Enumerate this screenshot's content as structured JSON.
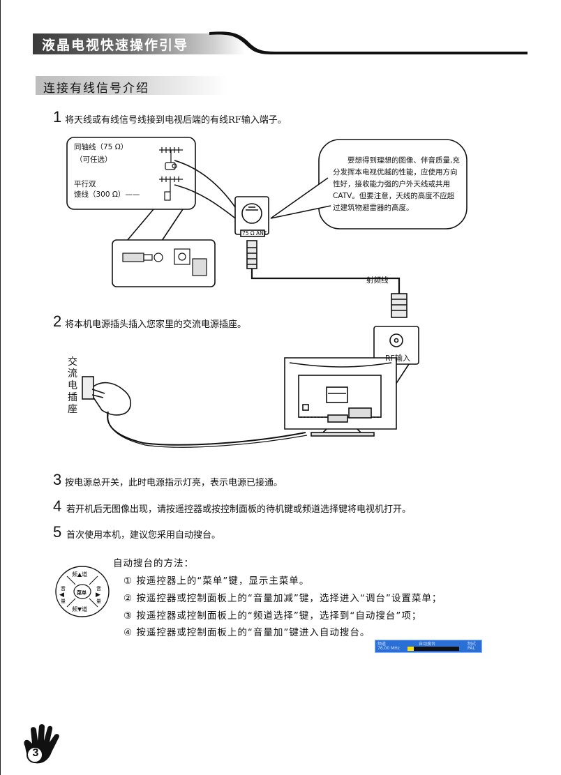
{
  "header": {
    "title": "液晶电视快速操作引导"
  },
  "section": {
    "title": "连接有线信号介绍"
  },
  "steps": [
    {
      "num": "1",
      "text": "将天线或有线信号线接到电视后端的有线RF输入端子。"
    },
    {
      "num": "2",
      "text": "将本机电源插头插入您家里的交流电源插座。"
    },
    {
      "num": "3",
      "text": "按电源总开关，此时电源指示灯亮，表示电源已接通。"
    },
    {
      "num": "4",
      "text": "若开机后无图像出现，请按遥控器或按控制面板的待机键或频道选择键将电视机打开。"
    },
    {
      "num": "5",
      "text": "首次使用本机，建议您采用自动搜台。"
    }
  ],
  "diagram1": {
    "coax_label": "同轴线（75 Ω）",
    "coax_optional": "（可任选）",
    "parallel_label_1": "平行双",
    "parallel_label_2": "馈线（300 Ω）——",
    "ant_port_label": "75 Ω ANT",
    "rf_cable_label": "射频线",
    "note": "要想得到理想的图像、伴音质量,充分发挥本电视优越的性能，应使用方向性好，接收能力强的户外天线或共用CATV。但要注意，天线的高度不应超过建筑物避雷器的高度。"
  },
  "diagram2": {
    "rf_input_label": "RF输入",
    "outlet_label_chars": [
      "交",
      "流",
      "电",
      "插",
      "座"
    ]
  },
  "remote": {
    "up": "频▲道",
    "down": "频▼道",
    "left_top": "音",
    "left_bottom": "量",
    "right_top": "音",
    "right_bottom": "量",
    "center": "菜单"
  },
  "auto_search": {
    "heading": "自动搜台的方法：",
    "items": [
      "① 按遥控器上的“菜单”键，显示主菜单。",
      "② 按遥控器或控制面板上的“音量加减”键，选择进入“调台”设置菜单；",
      "③ 按遥控器或控制面板上的“频道选择”键，选择到“自动搜台”项；",
      "④ 按遥控器或控制面板上的“音量加”键进入自动搜台。"
    ]
  },
  "osd": {
    "left_top": "频道",
    "center_top": "自动搜台",
    "right_top": "制式",
    "left_bottom": "76.00 MHz",
    "right_bottom": "PAL",
    "progress": 0.12
  },
  "page_number": "3"
}
